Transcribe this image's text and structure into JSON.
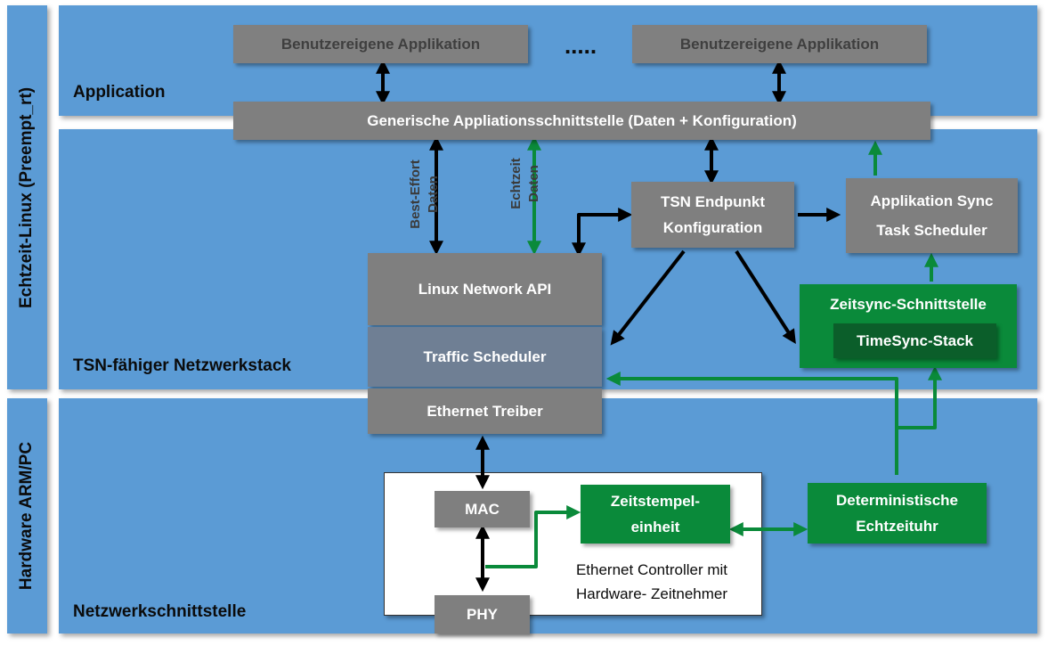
{
  "side_labels": {
    "os": "Echtzeit-Linux (Preempt_rt)",
    "hardware": "Hardware ARM/PC"
  },
  "layers": {
    "application": "Application",
    "stack": "TSN-fähiger Netzwerkstack",
    "interface": "Netzwerkschnittstelle"
  },
  "boxes": {
    "user_app_1": "Benutzereigene Applikation",
    "ellipsis": ".....",
    "user_app_2": "Benutzereigene Applikation",
    "generic_api": "Generische Appliationsschnittstelle (Daten + Konfiguration)",
    "tsn_config_line1": "TSN Endpunkt",
    "tsn_config_line2": "Konfiguration",
    "app_sync_line1": "Applikation Sync",
    "app_sync_line2": "Task Scheduler",
    "linux_api": "Linux Network API",
    "traffic_scheduler": "Traffic Scheduler",
    "eth_driver": "Ethernet Treiber",
    "timesync_if": "Zeitsync-Schnittstelle",
    "timesync_stack": "TimeSync-Stack",
    "mac": "MAC",
    "phy": "PHY",
    "timestamp_line1": "Zeitstempel-",
    "timestamp_line2": "einheit",
    "clock_line1": "Deterministische",
    "clock_line2": "Echtzeituhr"
  },
  "edge_labels": {
    "best_effort_line1": "Best-Effort",
    "best_effort_line2": "Daten",
    "realtime_line1": "Echtzeit",
    "realtime_line2": "Daten"
  },
  "controller_note": {
    "line1": "Ethernet Controller mit",
    "line2": "Hardware- Zeitnehmer"
  },
  "colors": {
    "layer_blue": "#5b9bd5",
    "box_gray": "#7f7f7f",
    "scheduler_slate": "#6f7f94",
    "green": "#0a8a3a",
    "dark_green": "#0b5e2a",
    "arrow_black": "#000000",
    "arrow_green": "#0a8a3a"
  }
}
